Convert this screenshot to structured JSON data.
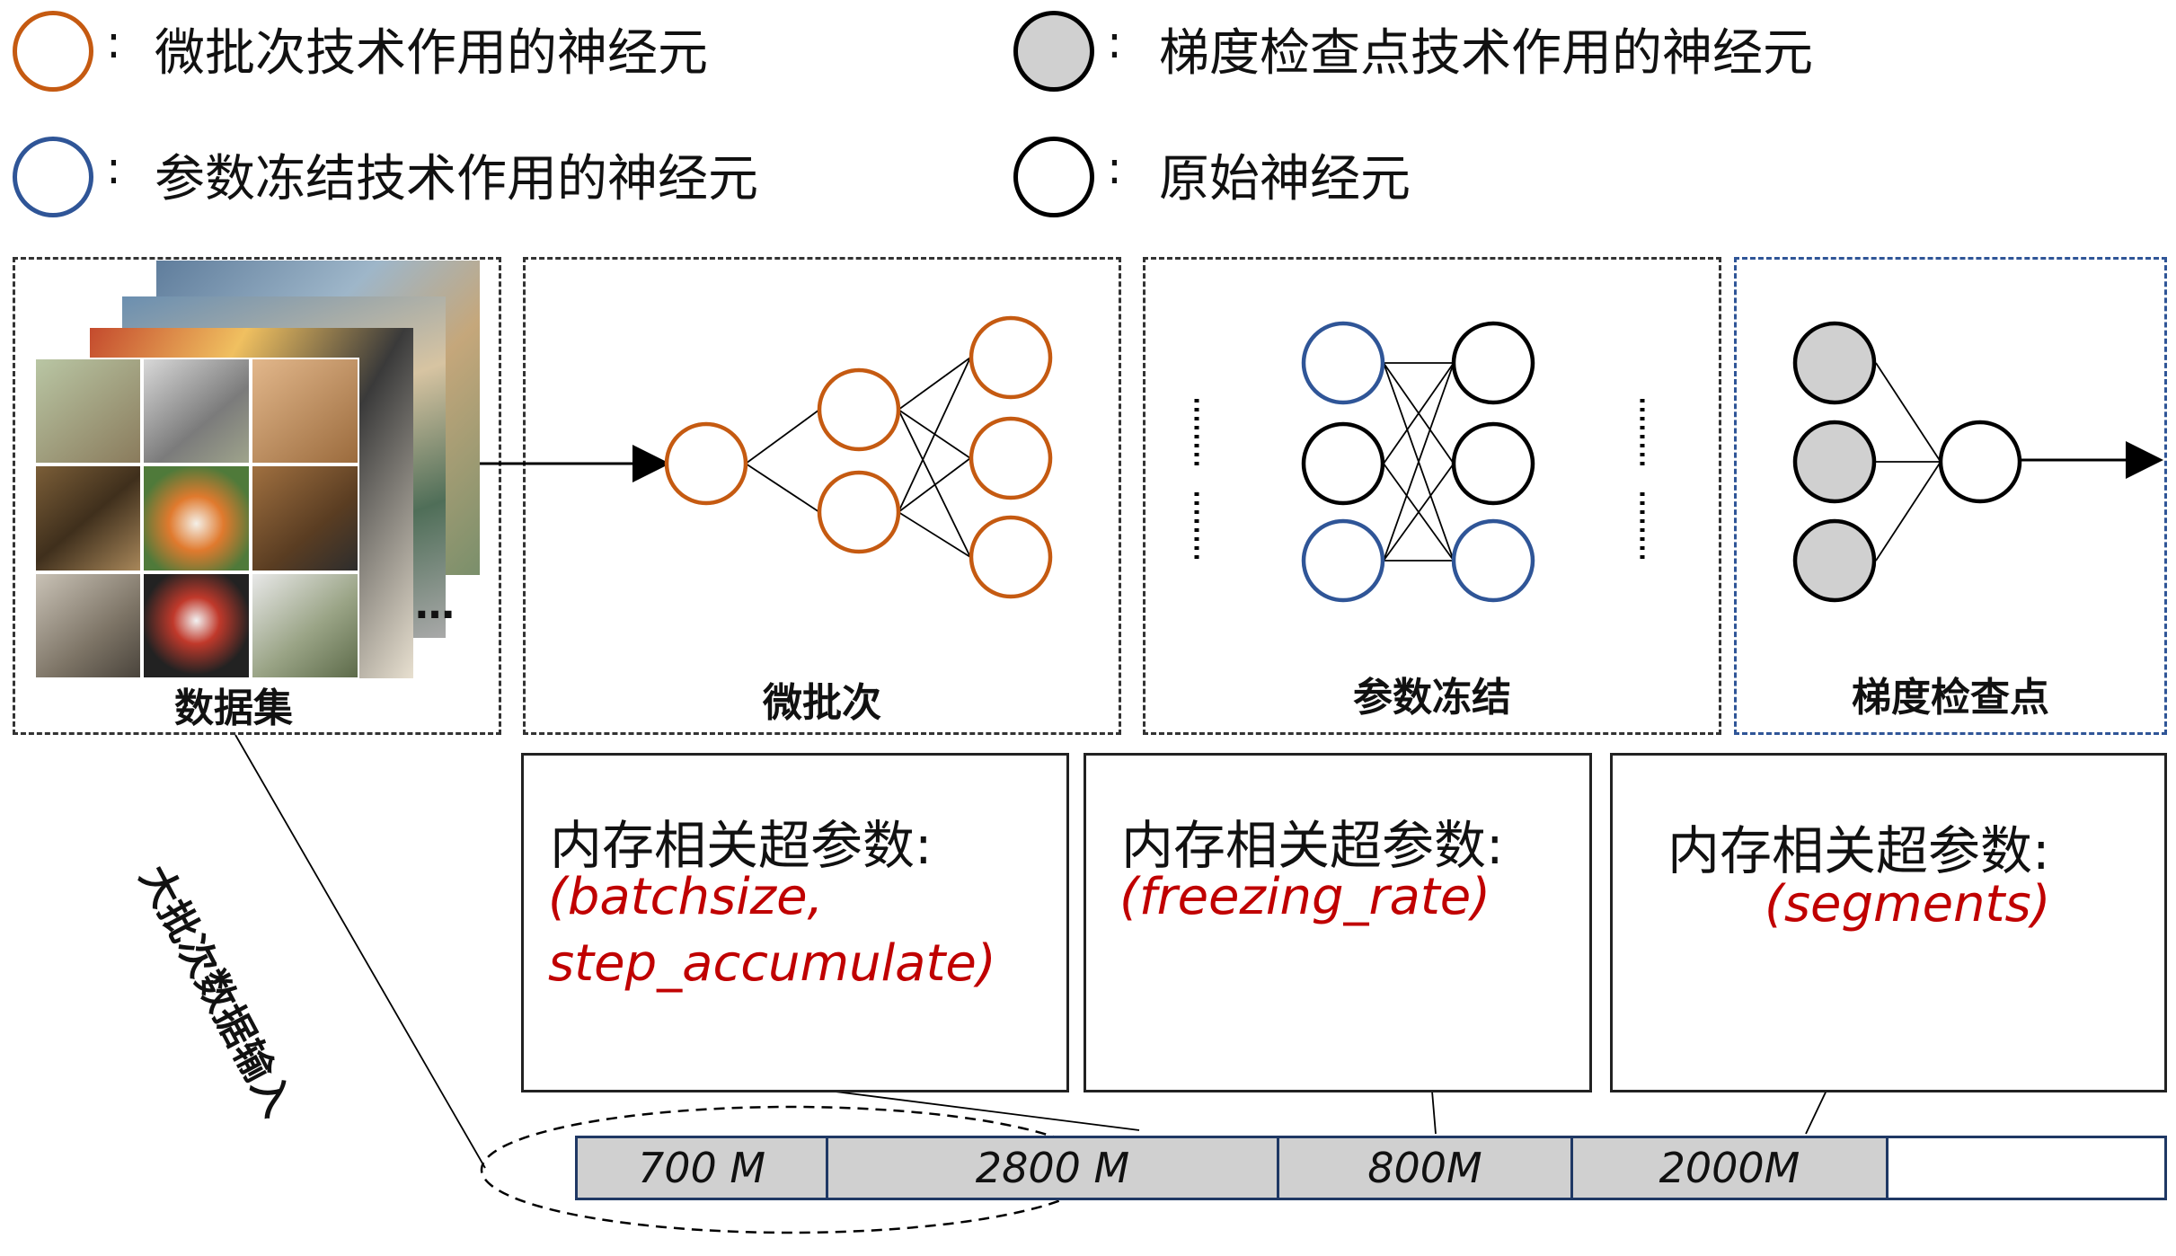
{
  "legend": {
    "colon": ":",
    "microbatch_text": "微批次技术作用的神经元",
    "freezing_text": "参数冻结技术作用的神经元",
    "checkpoint_text": "梯度检查点技术作用的神经元",
    "original_text": "原始神经元"
  },
  "panels": {
    "dataset_label": "数据集",
    "microbatch_label": "微批次",
    "freezing_label": "参数冻结",
    "checkpoint_label": "梯度检查点",
    "ellipsis": "…"
  },
  "hyperparams": {
    "title": "内存相关超参数:",
    "microbatch_line1": "(batchsize,",
    "microbatch_line2": "step_accumulate)",
    "freezing_line1": "(freezing_rate)",
    "checkpoint_line1": "(segments)"
  },
  "side_label": "大批次数据输入",
  "memory_bar": {
    "segments": [
      "700 M",
      "2800 M",
      "800M",
      "2000M"
    ]
  },
  "colors": {
    "orange": "#c55a11",
    "blue": "#2f5597",
    "black": "#000000",
    "gray_fill": "#d0d0d0",
    "red_text": "#c00000",
    "checkpoint_border": "#2f5597"
  },
  "icons": [
    "photo-grid",
    "arrow-right"
  ]
}
